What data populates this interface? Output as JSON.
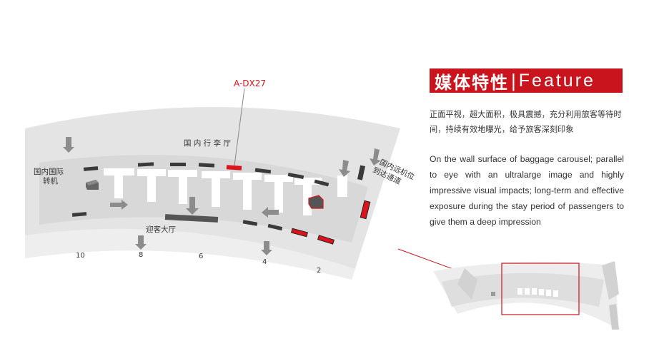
{
  "feature": {
    "title_cn": "媒体特性",
    "separator": "|",
    "title_en": "Feature",
    "accent_color": "#c9141d",
    "description_cn": "正面平视，超大面积，极具震撼，充分利用旅客等待时间，持续有效地曝光，给予旅客深刻印象",
    "description_en": "On the wall surface of baggage carousel; parallel to eye with an ultralarge image and highly impressive visual impacts; long-term and effective exposure during the stay period of passengers to give them a deep impression"
  },
  "map": {
    "highlight_label": "A-DX27",
    "highlight_color": "#d9141b",
    "labels": {
      "baggage_hall": "国 内 行 李 厅",
      "intl_transfer_line1": "国内国际",
      "intl_transfer_line2": "转机",
      "remote_stand_line1": "国内远机位",
      "remote_stand_line2": "到达通道",
      "arrival_hall": "迎客大厅"
    },
    "gates": [
      "10",
      "8",
      "6",
      "4",
      "2"
    ]
  }
}
